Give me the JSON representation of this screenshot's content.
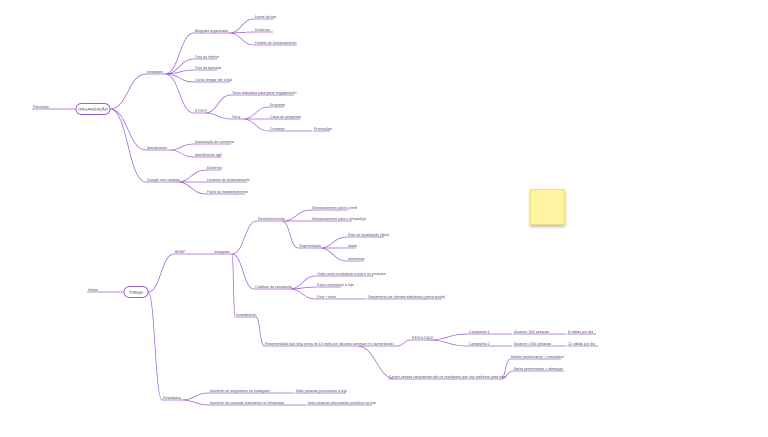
{
  "colors": {
    "branch": "#a05cd9",
    "text": "#555555",
    "sticky": "#fef3a0"
  },
  "map1": {
    "left_label": "Psicologo",
    "root": "ORGANIZAÇÃO",
    "instagram": "Instagram",
    "bio": "Biografia organizada",
    "bio_items": [
      "Nome da loja",
      "Endereço",
      "Horário de funcionamento"
    ],
    "fotos_interior": "Foto do interior",
    "fotos_fachada": "Foto da fachada",
    "como_chegar": "Como chegar até a loja",
    "stories": "STORY",
    "stories_text": "Texto animados para gerar engajamento",
    "stories_sub": "Sorry",
    "enquetes": "Enquetes",
    "caixa_perguntas": "Caixa de perguntas",
    "contador": "Contador",
    "promocoes": "Promoções",
    "atendimento": "Atendimento",
    "atend_items": [
      "Automação de conversa",
      "Atendimento ágil"
    ],
    "google": "Google meu negócio",
    "google_items": [
      "Endereço",
      "Horários de funcionamento",
      "Fotos do estabelecimento"
    ]
  },
  "map2": {
    "left_label": "Ideias",
    "root": "Tráfego",
    "brief": "BRIEF",
    "instagram": "Instagram",
    "reconhecimento": "Reconhecimento",
    "rec_items": [
      "Direcionamento para o perfil",
      "Direcionamento para o WhatsApp"
    ],
    "segmentacao": "Segmentação",
    "seg_items": [
      "Raio de localização (5km)",
      "Idade",
      "Interesses"
    ],
    "criativos": "Criativos da campanha",
    "criat_items": [
      "Vídeo curto mostrando a loja e os produtos",
      "Fotos mostrando a loja",
      "Foto + texto"
    ],
    "foto_texto_detail": "Depoimento de clientes satisfeitos (prova social)",
    "investimento": "Investimento",
    "invest_text": "Recomendado que seja cerca de 10 reais por dia para começar e ir aumentando",
    "resultado_label": "RESULTADO",
    "campanha1": "Campanha 1",
    "camp1_mid": "Alcance: 500 pessoas",
    "camp1_end": "8 visitas por dia",
    "campanha2": "Campanha 2",
    "camp2_mid": "Alcance: 1000 pessoas",
    "camp2_end": "12 visitas por dia",
    "centro": "Centro dessas campanhas são os resultados que vão melhorar para eles",
    "centro_items": [
      "Melhor performance = resultados",
      "Baixa performance = alteração"
    ],
    "resultados": "Resultados",
    "res1": "Aumento de seguidores no Instagram",
    "res1_end": "Mais pessoas procurando a loja",
    "res2": "Aumento de pessoas chamando no WhatsApp",
    "res2_end": "Mais pessoas procurando produtos na loja"
  }
}
